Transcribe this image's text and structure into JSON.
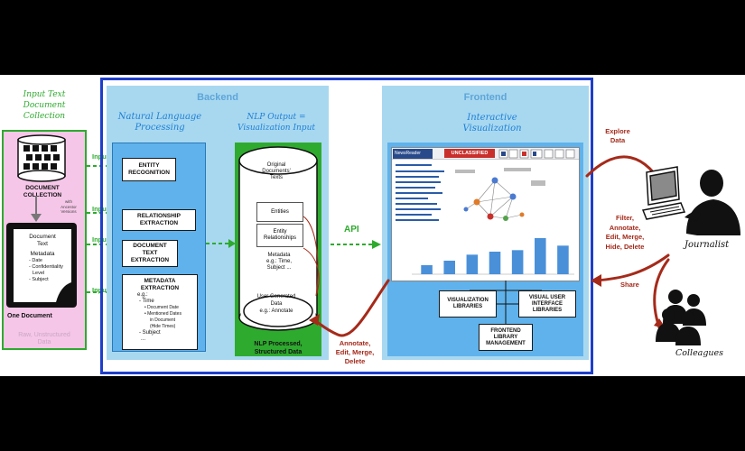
{
  "input_collection": {
    "title_lines": [
      "Input Text",
      "Document",
      "Collection"
    ],
    "collection_label_lines": [
      "DOCUMENT",
      "COLLECTION"
    ],
    "ancestor_note_lines": [
      "with",
      "Ancestor",
      "Versions"
    ],
    "doc_fields": [
      "Document",
      "Text",
      "Metadata",
      "- Date",
      "- Confidentiality",
      "Level",
      "- Subject"
    ],
    "one_document": "One Document",
    "raw_lines": [
      "Raw, Unstructured",
      "Data"
    ]
  },
  "input_labels": [
    "Input",
    "Input",
    "Input",
    "Input"
  ],
  "backend": {
    "title": "Backend",
    "nlp_title_lines": [
      "Natural Language",
      "Processing"
    ],
    "boxes": {
      "entity_recognition": [
        "ENTITY",
        "RECOGNITION"
      ],
      "relationship_extraction": [
        "RELATIONSHIP",
        "EXTRACTION"
      ],
      "document_text_extraction": [
        "DOCUMENT",
        "TEXT",
        "EXTRACTION"
      ],
      "metadata_extraction": {
        "title_lines": [
          "METADATA",
          "EXTRACTION"
        ],
        "lines": [
          "e.g.:",
          "- Time",
          "• Document Date",
          "• Mentioned Dates",
          "in Document",
          "(Hide Times)",
          "- Subject",
          "..."
        ]
      }
    },
    "nlp_output_title_lines": [
      "NLP Output =",
      "Visualization Input"
    ],
    "cylinder": {
      "original_docs": [
        "Original",
        "Documents'",
        "Texts"
      ],
      "entities": "Entities",
      "entity_relationships": [
        "Entity",
        "Relationships"
      ],
      "metadata": [
        "Metadata",
        "e.g.: Time,",
        "Subject ..."
      ],
      "user_generated": [
        "User Generated",
        "Data",
        "e.g.: Annotate"
      ]
    },
    "processed_lines": [
      "NLP Processed,",
      "Structured Data"
    ]
  },
  "api_label": "API",
  "frontend": {
    "title": "Frontend",
    "iv_title_lines": [
      "Interactive",
      "Visualization"
    ],
    "screenshot": {
      "app_name": "NewsReader",
      "banner": "UNCLASSIFIED"
    },
    "libraries": {
      "visualization": [
        "VISUALIZATION",
        "LIBRARIES"
      ],
      "visual_ui": [
        "VISUAL USER",
        "INTERFACE",
        "LIBRARIES"
      ],
      "frontend_mgmt": [
        "FRONTEND",
        "LIBRARY",
        "MANAGEMENT"
      ]
    }
  },
  "annotate_lines": [
    "Annotate,",
    "Edit, Merge,",
    "Delete"
  ],
  "right_side": {
    "explore_lines": [
      "Explore",
      "Data"
    ],
    "filter_lines": [
      "Filter,",
      "Annotate,",
      "Edit, Merge,",
      "Hide, Delete"
    ],
    "share": "Share",
    "journalist": "Journalist",
    "colleagues": "Colleagues"
  },
  "chart_data": {
    "type": "bar",
    "values": [
      12,
      18,
      26,
      30,
      32,
      48,
      38
    ]
  },
  "colors": {
    "green": "#2eaa2e",
    "pink": "#f5c6e8",
    "backend_bg": "#a8d8f0",
    "nlp_blue": "#5fb2ec",
    "navy": "#1f3ec9",
    "red": "#a52a1a"
  }
}
